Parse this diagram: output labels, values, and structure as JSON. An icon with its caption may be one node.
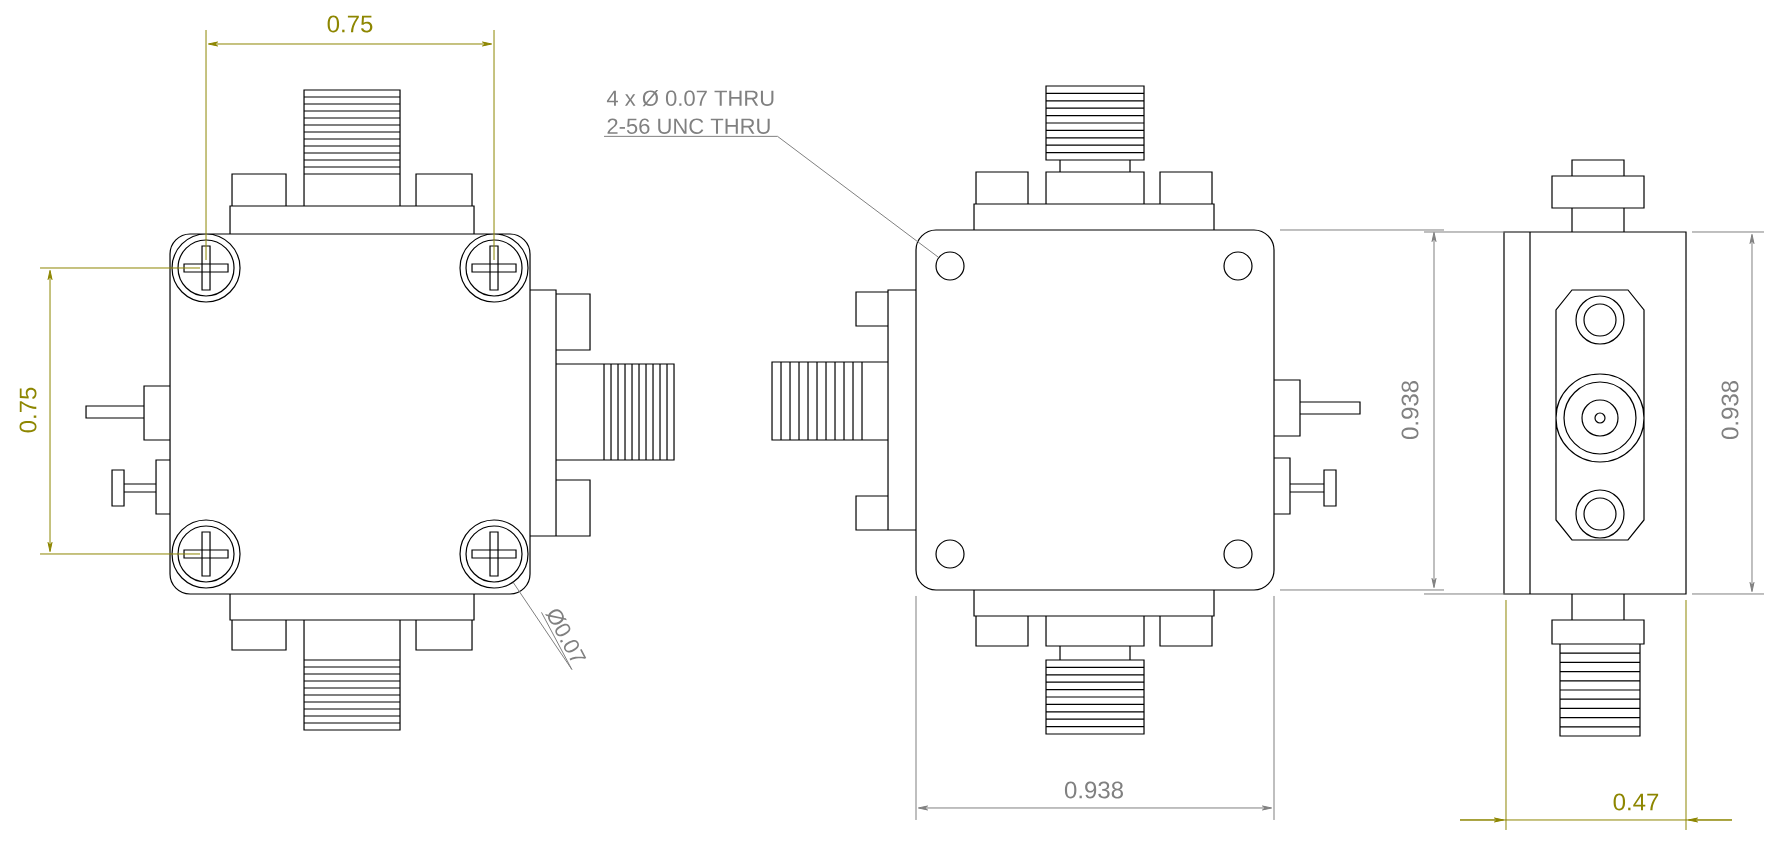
{
  "diagram": {
    "nodes": [
      {
        "text": [
          "4 x Ø 0.07 THRU",
          "2-56 UNC THRU"
        ]
      },
      {
        "text": [],
        "shape": "circle"
      },
      {
        "text": [
          "Ø0.07"
        ]
      },
      {
        "text": [],
        "shape": "circle"
      }
    ],
    "edges": [
      {
        "from": 0,
        "to": 1,
        "arrow": "none"
      },
      {
        "from": 2,
        "to": 3,
        "arrow": "none"
      }
    ],
    "labels": [
      "0.75",
      "0.75",
      "0.938",
      "0.938",
      "0.938",
      "0.47"
    ]
  }
}
